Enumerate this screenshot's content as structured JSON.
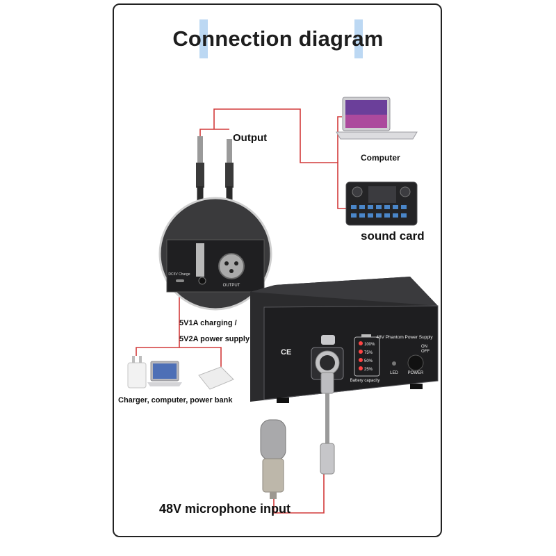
{
  "title": "Connection diagram",
  "labels": {
    "output": "Output",
    "computer": "Computer",
    "sound_card": "sound card",
    "charging_line1": "5V1A charging /",
    "charging_line2": "5V2A power supply",
    "charger_sources": "Charger, computer, power bank",
    "mic_input": "48V microphone input"
  },
  "device": {
    "front_title": "48V Phantom Power Supply",
    "battery_levels": [
      "100%",
      "75%",
      "50%",
      "25%"
    ],
    "battery_caption": "Battery capacity",
    "led_label": "LED",
    "power_label": "POWER",
    "switch_on": "ON",
    "switch_off": "OFF",
    "back_output_label": "OUTPUT",
    "back_charge_label": "DC5V Charge",
    "ce_mark": "CE"
  },
  "colors": {
    "connector_line": "#d23a3a",
    "device_body": "#2b2b2d",
    "title_accent": "#bcd8f3"
  }
}
